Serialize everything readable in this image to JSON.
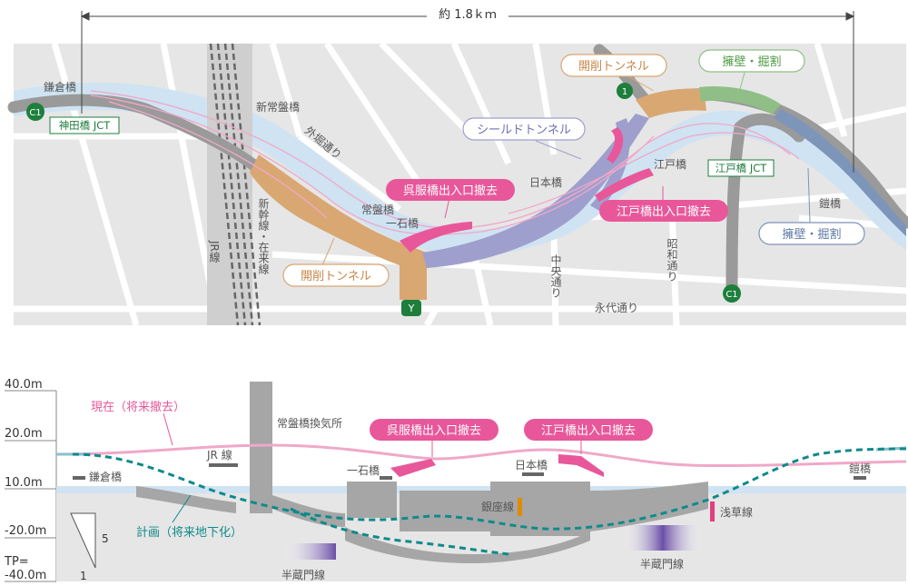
{
  "plan": {
    "dimension_label": "約 1.8ｋｍ",
    "places": {
      "kamakurabashi": "鎌倉橋",
      "shin_tokiwabashi": "新常盤橋",
      "sotobori_dori": "外堀通り",
      "tokiwabashi": "常盤橋",
      "ichikokubashi": "一石橋",
      "nihonbashi": "日本橋",
      "edobashi": "江戸橋",
      "yoroibashi": "鎧橋",
      "chuo_dori": "中央通り",
      "showa_dori": "昭和通り",
      "eitai_dori": "永代通り",
      "jr_line": "JR線",
      "shinkansen_line": "新幹線・在来線"
    },
    "jct": {
      "kandabashi": "神田橋 JCT",
      "edobashi": "江戸橋 JCT"
    },
    "route_markers": {
      "c1": "C1",
      "one": "1",
      "y": "Y"
    },
    "callouts": {
      "open_cut_tunnel_east": "開削トンネル",
      "open_cut_tunnel_west": "開削トンネル",
      "retaining_wall_north": "擁壁・掘割",
      "retaining_wall_south": "擁壁・掘割",
      "shield_tunnel": "シールドトンネル",
      "gofukubashi_removal": "呉服橋出入口撤去",
      "edobashi_removal": "江戸橋出入口撤去"
    }
  },
  "profile": {
    "elevations": [
      "40.0m",
      "20.0m",
      "10.0m",
      "-20.0m",
      "TP=",
      "-40.0m"
    ],
    "scale_vertical": "5",
    "scale_horizontal": "1",
    "current_label": "現在（将来撤去）",
    "planned_label": "計画（将来地下化）",
    "ventilation": "常盤橋換気所",
    "gofukubashi_removal": "呉服橋出入口撤去",
    "edobashi_removal": "江戸橋出入口撤去",
    "places": {
      "kamakurabashi": "鎌倉橋",
      "jr_line": "JR 線",
      "ichikokubashi": "一石橋",
      "nihonbashi": "日本橋",
      "yoroibashi": "鎧橋"
    },
    "lines": {
      "ginza": "銀座線",
      "asakusa": "浅草線",
      "hanzomon_west": "半蔵門線",
      "hanzomon_east": "半蔵門線"
    }
  },
  "colors": {
    "map_bg": "#e6e6e6",
    "river": "#cfe3f2",
    "road": "#9a9a9a",
    "open_cut": "#d9a772",
    "shield": "#9f9fcd",
    "wall": "#8fbf86",
    "pink": "#e8579a",
    "current_line": "#f0a8c8",
    "planned_line": "#0f8a8a",
    "jct_green": "#1e7e3c",
    "ginza": "#e08a00",
    "asakusa": "#e0407a",
    "hanzomon": "#7d5cb0"
  }
}
